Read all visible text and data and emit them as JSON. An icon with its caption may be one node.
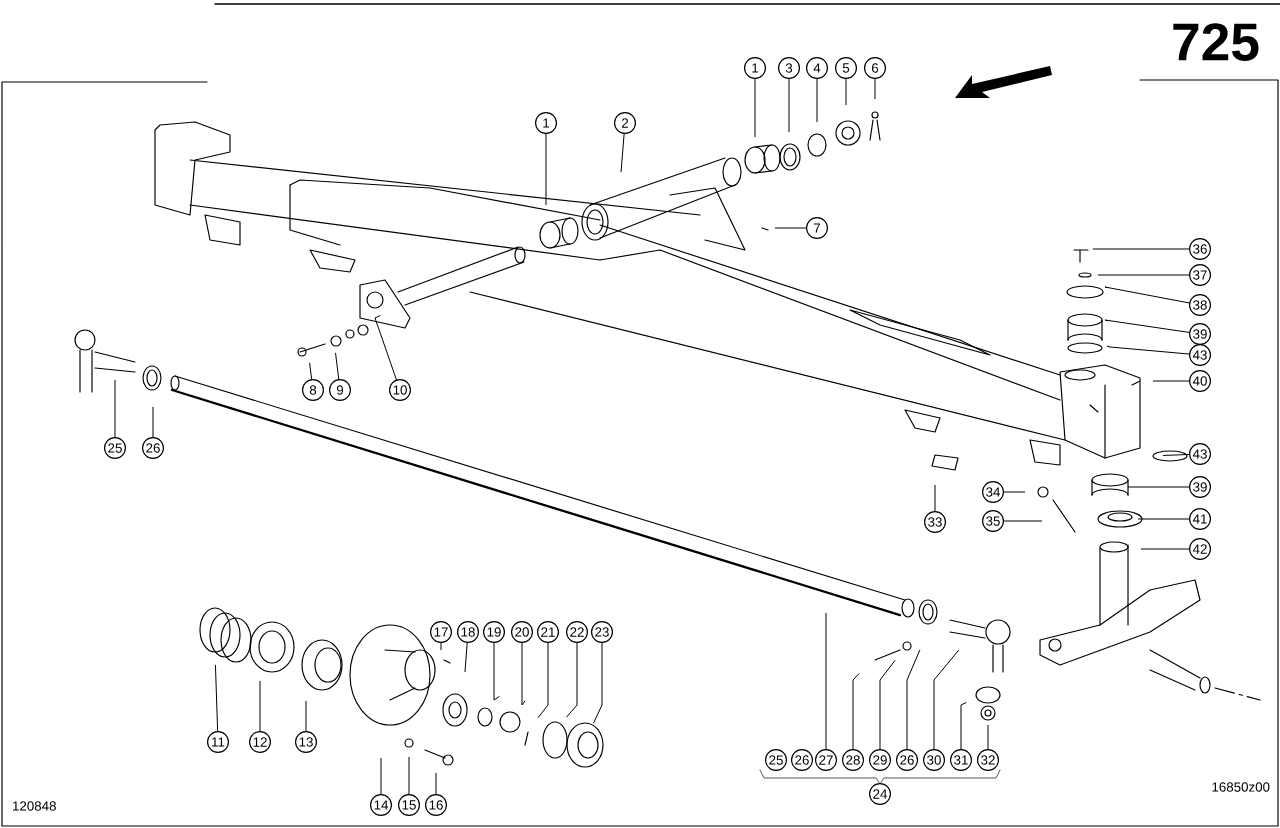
{
  "diagram": {
    "nodes": [
      {
        "text": [
          "1"
        ]
      },
      {
        "text": [
          "3"
        ]
      },
      {
        "text": [
          "4"
        ]
      },
      {
        "text": [
          "5"
        ]
      },
      {
        "text": [
          "6"
        ]
      },
      {
        "text": [
          "1"
        ]
      },
      {
        "text": [
          "2"
        ]
      },
      {
        "text": [
          "7"
        ]
      },
      {
        "text": [
          "36"
        ]
      },
      {
        "text": [
          "37"
        ]
      },
      {
        "text": [
          "38"
        ]
      },
      {
        "text": [
          "39"
        ]
      },
      {
        "text": [
          "43"
        ]
      },
      {
        "text": [
          "40"
        ]
      },
      {
        "text": [
          "8"
        ]
      },
      {
        "text": [
          "9"
        ]
      },
      {
        "text": [
          "10"
        ]
      },
      {
        "text": [
          "25"
        ]
      },
      {
        "text": [
          "26"
        ]
      },
      {
        "text": [
          "43"
        ]
      },
      {
        "text": [
          "34"
        ]
      },
      {
        "text": [
          "39"
        ]
      },
      {
        "text": [
          "33"
        ]
      },
      {
        "text": [
          "35"
        ]
      },
      {
        "text": [
          "41"
        ]
      },
      {
        "text": [
          "42"
        ]
      },
      {
        "text": [
          "17"
        ]
      },
      {
        "text": [
          "18"
        ]
      },
      {
        "text": [
          "19"
        ]
      },
      {
        "text": [
          "20"
        ]
      },
      {
        "text": [
          "21"
        ]
      },
      {
        "text": [
          "22"
        ]
      },
      {
        "text": [
          "23"
        ]
      },
      {
        "text": [
          "11"
        ]
      },
      {
        "text": [
          "12"
        ]
      },
      {
        "text": [
          "13"
        ]
      },
      {
        "text": [
          "25"
        ]
      },
      {
        "text": [
          "26"
        ]
      },
      {
        "text": [
          "27"
        ]
      },
      {
        "text": [
          "28"
        ]
      },
      {
        "text": [
          "29"
        ]
      },
      {
        "text": [
          "26"
        ]
      },
      {
        "text": [
          "30"
        ]
      },
      {
        "text": [
          "31"
        ]
      },
      {
        "text": [
          "32"
        ]
      },
      {
        "text": [
          "14"
        ]
      },
      {
        "text": [
          "15"
        ]
      },
      {
        "text": [
          "16"
        ]
      },
      {
        "text": [
          "24"
        ]
      }
    ],
    "edges": [
      {
        "from": 0,
        "to": null,
        "arrow": "none"
      },
      {
        "from": 1,
        "to": null,
        "arrow": "none"
      },
      {
        "from": 2,
        "to": null,
        "arrow": "none"
      },
      {
        "from": 3,
        "to": null,
        "arrow": "none"
      },
      {
        "from": 4,
        "to": null,
        "arrow": "none"
      },
      {
        "from": 5,
        "to": null,
        "arrow": "none"
      },
      {
        "from": 6,
        "to": null,
        "arrow": "none"
      },
      {
        "from": 7,
        "to": null,
        "arrow": "none"
      },
      {
        "from": 8,
        "to": null,
        "arrow": "none"
      },
      {
        "from": 9,
        "to": null,
        "arrow": "none"
      },
      {
        "from": 10,
        "to": null,
        "arrow": "none"
      },
      {
        "from": 11,
        "to": null,
        "arrow": "none"
      },
      {
        "from": 12,
        "to": null,
        "arrow": "none"
      },
      {
        "from": 13,
        "to": null,
        "arrow": "none"
      },
      {
        "from": 14,
        "to": null,
        "arrow": "none"
      },
      {
        "from": 15,
        "to": null,
        "arrow": "none"
      },
      {
        "from": 16,
        "to": null,
        "arrow": "none"
      },
      {
        "from": 17,
        "to": null,
        "arrow": "none"
      },
      {
        "from": 18,
        "to": null,
        "arrow": "none"
      },
      {
        "from": 19,
        "to": null,
        "arrow": "none"
      },
      {
        "from": 20,
        "to": null,
        "arrow": "none"
      },
      {
        "from": 21,
        "to": null,
        "arrow": "none"
      },
      {
        "from": 22,
        "to": null,
        "arrow": "none"
      },
      {
        "from": 23,
        "to": null,
        "arrow": "none"
      },
      {
        "from": 24,
        "to": null,
        "arrow": "none"
      },
      {
        "from": 25,
        "to": null,
        "arrow": "none"
      },
      {
        "from": 26,
        "to": null,
        "arrow": "none"
      },
      {
        "from": 27,
        "to": null,
        "arrow": "none"
      },
      {
        "from": 28,
        "to": null,
        "arrow": "none"
      },
      {
        "from": 29,
        "to": null,
        "arrow": "none"
      },
      {
        "from": 30,
        "to": null,
        "arrow": "none"
      },
      {
        "from": 31,
        "to": null,
        "arrow": "none"
      },
      {
        "from": 32,
        "to": null,
        "arrow": "none"
      },
      {
        "from": 33,
        "to": null,
        "arrow": "none"
      },
      {
        "from": 34,
        "to": null,
        "arrow": "none"
      },
      {
        "from": 35,
        "to": null,
        "arrow": "none"
      },
      {
        "from": 38,
        "to": null,
        "arrow": "none"
      },
      {
        "from": 39,
        "to": null,
        "arrow": "none"
      },
      {
        "from": 40,
        "to": null,
        "arrow": "none"
      },
      {
        "from": 41,
        "to": null,
        "arrow": "none"
      },
      {
        "from": 42,
        "to": null,
        "arrow": "none"
      },
      {
        "from": 43,
        "to": null,
        "arrow": "none"
      },
      {
        "from": 44,
        "to": null,
        "arrow": "none"
      },
      {
        "from": 45,
        "to": null,
        "arrow": "none"
      },
      {
        "from": 46,
        "to": null,
        "arrow": "none"
      },
      {
        "from": 47,
        "to": null,
        "arrow": "none"
      }
    ],
    "labels": [
      "725",
      "120848",
      "16850z00"
    ]
  }
}
